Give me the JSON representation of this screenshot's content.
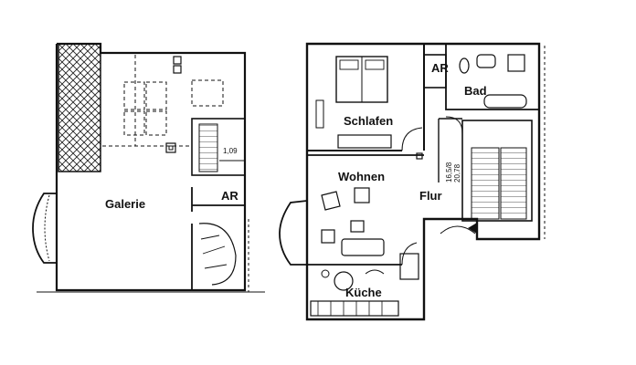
{
  "left_plan": {
    "galerie": "Galerie",
    "ar": "AR",
    "dimension": "1,09"
  },
  "right_plan": {
    "schlafen": "Schlafen",
    "ar": "AR",
    "bad": "Bad",
    "wohnen": "Wohnen",
    "flur": "Flur",
    "kueche": "Küche",
    "stair_dim_a": "16,5/8",
    "stair_dim_b": "20,78"
  }
}
